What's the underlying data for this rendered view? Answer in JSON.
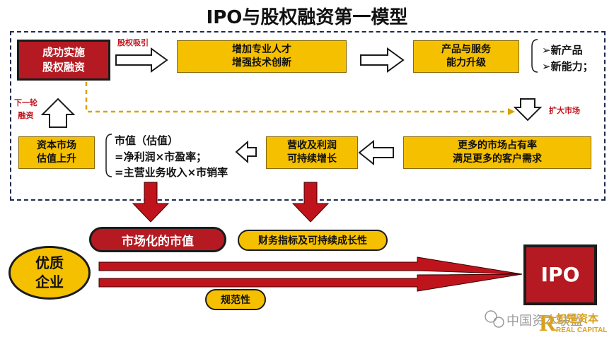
{
  "title": "IPO与股权融资第一模型",
  "nodes": {
    "success": "成功实施\n股权融资",
    "talent": "增加专业人才\n增强技术创新",
    "product": "产品与服务\n能力升级",
    "market_share": "更多的市场占有率\n满足更多的客户需求",
    "revenue": "营收及利润\n可持续增长",
    "valuation_rise": "资本市场\n估值上升",
    "quality": "优质\n企业",
    "ipo": "IPO",
    "market_value": "市场化的市值",
    "financial": "财务指标及可持续成长性",
    "standard": "规范性"
  },
  "labels": {
    "equity_attract": "股权吸引",
    "expand_market": "扩大市场",
    "next_round": "下一轮\n融资"
  },
  "bullets": [
    "➢新产品",
    "➢新能力；"
  ],
  "formula": [
    "市值（估值）",
    "=净利润×市盈率；",
    "=主营业务收入×市销率"
  ],
  "watermark": {
    "text": "中国资本联盟",
    "logo_cn": "如是资本",
    "logo_en": "REAL CAPITAL"
  },
  "colors": {
    "yellow": "#f5c000",
    "red": "#b51a22",
    "navy": "#1f2a4d"
  }
}
